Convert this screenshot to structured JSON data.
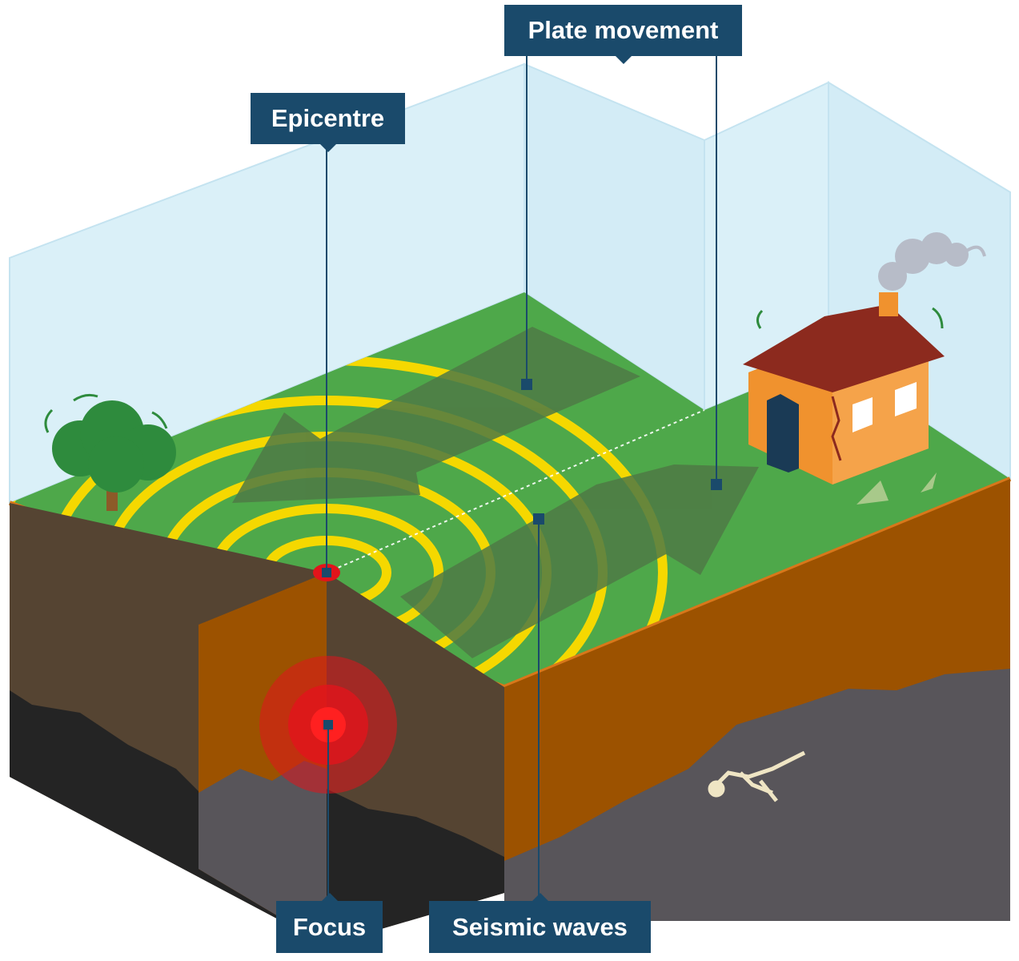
{
  "labels": {
    "epicentre": "Epicentre",
    "plate_movement": "Plate movement",
    "focus": "Focus",
    "seismic_waves": "Seismic waves"
  },
  "colors": {
    "label_bg": "#1a4a6b",
    "grass": "#4ea84a",
    "wave_yellow": "#f5d800",
    "soil": "#9c5200",
    "bedrock": "#58555a",
    "sky_panel": "#daf0f8",
    "focus_red": "#e2141b",
    "arrow_green": "#4f7a45"
  },
  "icons": [
    "tree-icon",
    "house-icon",
    "smoke-icon",
    "fossil-icon",
    "tent-icon"
  ]
}
